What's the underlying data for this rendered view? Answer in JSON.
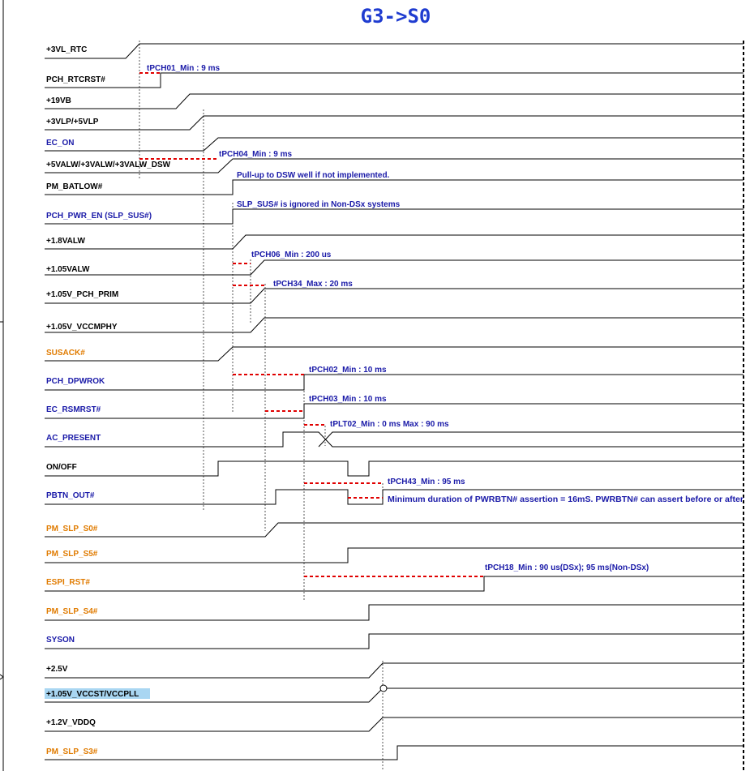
{
  "title": "G3->S0",
  "colors": {
    "black": "#000000",
    "blue": "#1a1aa8",
    "orange": "#e07b00",
    "red": "#e00000",
    "highlight": "#a9d6f2"
  },
  "signals": [
    {
      "name": "+3VL_RTC",
      "color": "black"
    },
    {
      "name": "PCH_RTCRST#",
      "color": "black"
    },
    {
      "name": "+19VB",
      "color": "black"
    },
    {
      "name": "+3VLP/+5VLP",
      "color": "black"
    },
    {
      "name": "EC_ON",
      "color": "blue"
    },
    {
      "name": "+5VALW/+3VALW/+3VALW_DSW",
      "color": "black"
    },
    {
      "name": "PM_BATLOW#",
      "color": "black"
    },
    {
      "name": "PCH_PWR_EN (SLP_SUS#)",
      "color": "blue"
    },
    {
      "name": "+1.8VALW",
      "color": "black"
    },
    {
      "name": "+1.05VALW",
      "color": "black"
    },
    {
      "name": "+1.05V_PCH_PRIM",
      "color": "black"
    },
    {
      "name": "+1.05V_VCCMPHY",
      "color": "black"
    },
    {
      "name": "SUSACK#",
      "color": "orange"
    },
    {
      "name": "PCH_DPWROK",
      "color": "blue"
    },
    {
      "name": "EC_RSMRST#",
      "color": "blue"
    },
    {
      "name": "AC_PRESENT",
      "color": "blue"
    },
    {
      "name": "ON/OFF",
      "color": "black"
    },
    {
      "name": "PBTN_OUT#",
      "color": "blue"
    },
    {
      "name": "PM_SLP_S0#",
      "color": "orange"
    },
    {
      "name": "PM_SLP_S5#",
      "color": "orange"
    },
    {
      "name": "ESPI_RST#",
      "color": "orange"
    },
    {
      "name": "PM_SLP_S4#",
      "color": "orange"
    },
    {
      "name": "SYSON",
      "color": "blue"
    },
    {
      "name": "+2.5V",
      "color": "black"
    },
    {
      "name": "+1.05V_VCCST/VCCPLL",
      "color": "black",
      "highlight": true
    },
    {
      "name": "+1.2V_VDDQ",
      "color": "black"
    },
    {
      "name": "PM_SLP_S3#",
      "color": "orange"
    }
  ],
  "annotations": [
    "tPCH01_Min : 9 ms",
    "tPCH04_Min : 9 ms",
    "Pull-up to DSW well if not implemented.",
    "SLP_SUS# is ignored in Non-DSx systems",
    "tPCH06_Min : 200 us",
    "tPCH34_Max : 20 ms",
    "tPCH02_Min : 10 ms",
    "tPCH03_Min : 10 ms",
    "tPLT02_Min : 0 ms Max : 90 ms",
    "tPCH43_Min : 95 ms",
    "Minimum duration of PWRBTN# assertion = 16mS. PWRBTN# can assert before or after",
    "tPCH18_Min : 90 us(DSx); 95 ms(Non-DSx)"
  ]
}
